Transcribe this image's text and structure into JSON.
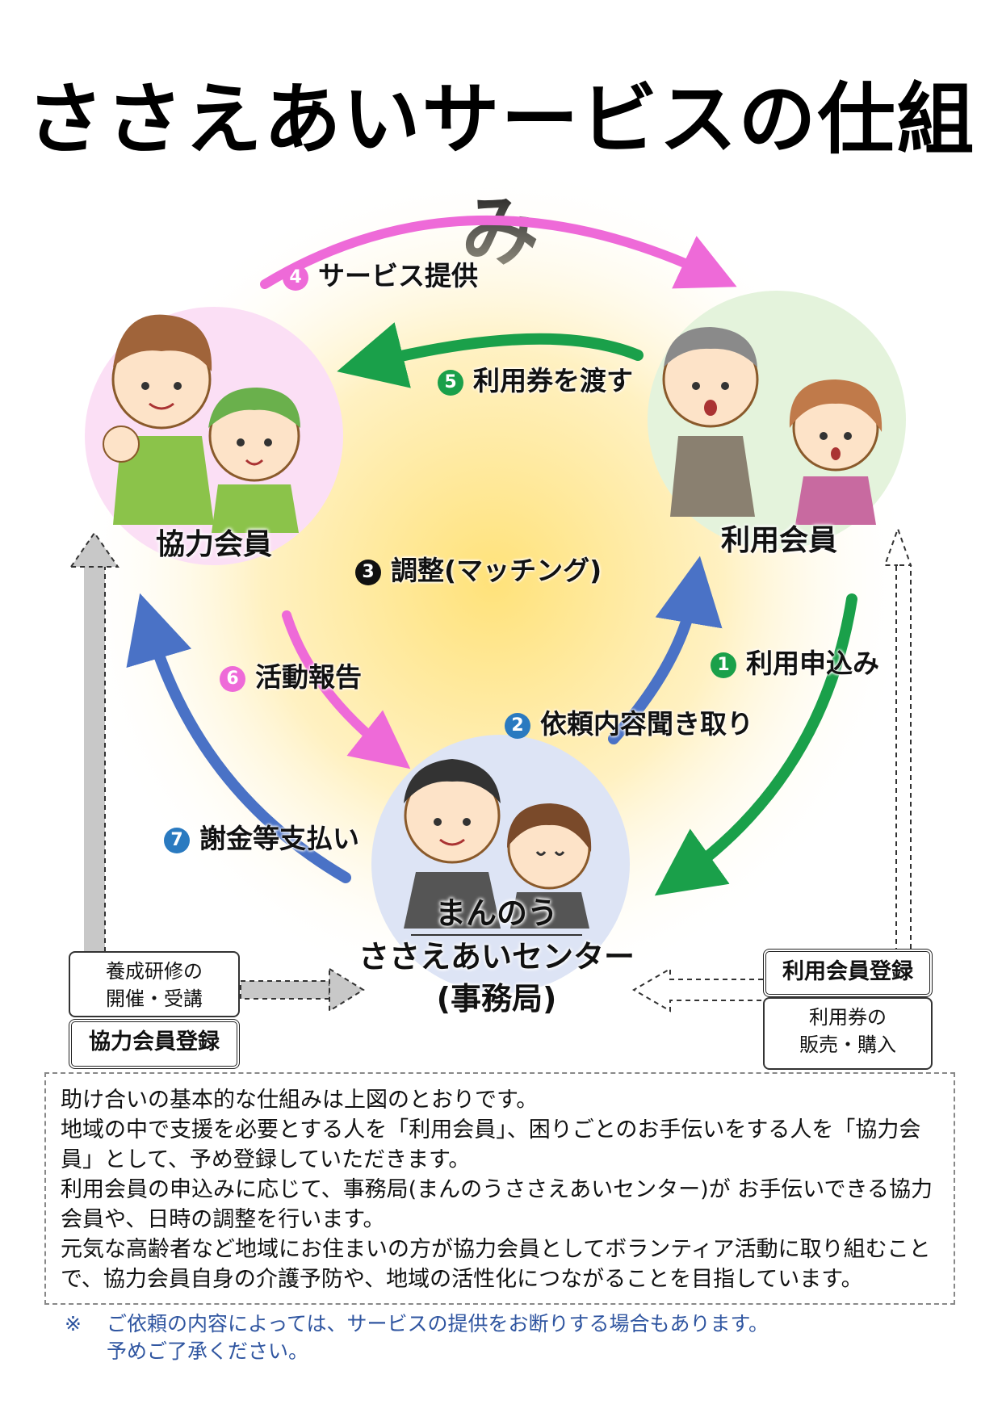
{
  "title": "ささえあいサービスの仕組み",
  "nodes": {
    "helper": "協力会員",
    "user": "利用会員",
    "center_line1": "まんのう",
    "center_line2": "ささえあいセンター",
    "center_line3": "(事務局)"
  },
  "steps": [
    {
      "num": "1",
      "label": "利用申込み",
      "color": "#1aa04a"
    },
    {
      "num": "2",
      "label": "依頼内容聞き取り",
      "color": "#2a7ac0"
    },
    {
      "num": "3",
      "label": "調整(マッチング)",
      "color": "#111111"
    },
    {
      "num": "4",
      "label": "サービス提供",
      "color": "#ee6ad8"
    },
    {
      "num": "5",
      "label": "利用券を渡す",
      "color": "#1aa04a"
    },
    {
      "num": "6",
      "label": "活動報告",
      "color": "#ee6ad8"
    },
    {
      "num": "7",
      "label": "謝金等支払い",
      "color": "#2a7ac0"
    }
  ],
  "left_boxes": {
    "training_line1": "養成研修の",
    "training_line2": "開催・受講",
    "register": "協力会員登録"
  },
  "right_boxes": {
    "register": "利用会員登録",
    "ticket_line1": "利用券の",
    "ticket_line2": "販売・購入"
  },
  "info": [
    "助け合いの基本的な仕組みは上図のとおりです。",
    "地域の中で支援を必要とする人を「利用会員」、困りごとのお手伝いをする人を「協力会員」として、予め登録していただきます。",
    "利用会員の申込みに応じて、事務局(まんのうささえあいセンター)が お手伝いできる協力会員や、日時の調整を行います。",
    "元気な高齢者など地域にお住まいの方が協力会員としてボランティア活動に取り組むことで、協力会員自身の介護予防や、地域の活性化につながることを目指しています。"
  ],
  "note": {
    "mark": "※",
    "line1": "ご依頼の内容によっては、サービスの提供をお断りする場合もあります。",
    "line2": "予めご了承ください。"
  },
  "colors": {
    "pink": "#ee6ad8",
    "green": "#1aa04a",
    "blue": "#4a72c6",
    "glow": "#fff0b0"
  }
}
